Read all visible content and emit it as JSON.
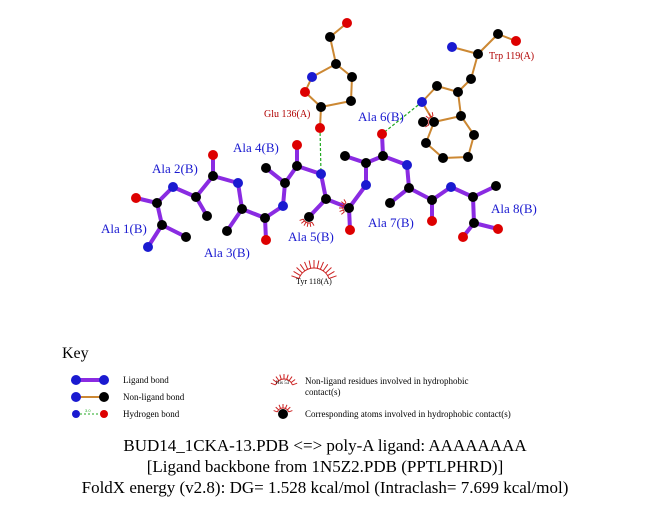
{
  "ligand_residues": [
    "Ala 1(B)",
    "Ala 2(B)",
    "Ala 3(B)",
    "Ala 4(B)",
    "Ala 5(B)",
    "Ala 6(B)",
    "Ala 7(B)",
    "Ala 8(B)"
  ],
  "protein_residues": [
    "Glu 136(A)",
    "Trp 119(A)"
  ],
  "hydrophobic_residues": [
    "Tyr 118(A)"
  ],
  "key": {
    "title": "Key",
    "ligand_bond": "Ligand bond",
    "nonligand_bond": "Non-ligand bond",
    "hydrogen_bond": "Hydrogen bond",
    "hbond_length": "3.0",
    "hydrophobic_example": "His 53",
    "hydrophobic_residues_line1": "Non-ligand residues involved in hydrophobic",
    "hydrophobic_residues_line2": "contact(s)",
    "hydrophobic_atoms": "Corresponding atoms involved in hydrophobic contact(s)"
  },
  "caption": {
    "line1": "BUD14_1CKA-13.PDB <=> poly-A ligand: AAAAAAAA",
    "line2": "[Ligand backbone from 1N5Z2.PDB (PPTLPHRD)]",
    "line3": "FoldX energy (v2.8): DG= 1.528 kcal/mol (Intraclash= 7.699 kcal/mol)"
  },
  "colors": {
    "ligand_bond": "#8a2be2",
    "nonligand_bond": "#cc8833",
    "hydrogen_bond": "#22aa22",
    "carbon": "#000000",
    "nitrogen": "#1a1ad0",
    "oxygen": "#dd0000",
    "hydrophobic_arc": "#cc2222"
  }
}
